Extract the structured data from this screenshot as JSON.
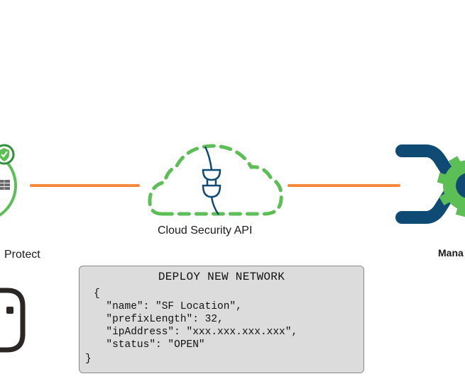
{
  "nodes": {
    "left": {
      "label": "Protect"
    },
    "center": {
      "label": "Cloud Security API"
    },
    "right": {
      "label": "Mana"
    }
  },
  "colors": {
    "connector": "#f5883a",
    "green": "#5cbf55",
    "navy": "#0e4a73",
    "dark": "#2b2623",
    "code_bg": "#dcdcdc"
  },
  "code_box": {
    "title": "DEPLOY NEW NETWORK",
    "lines": [
      "{",
      "  \"name\": \"SF Location\",",
      "  \"prefixLength\": 32,",
      "  \"ipAddress\": \"xxx.xxx.xxx.xxx\",",
      "  \"status\": \"OPEN\"",
      "}"
    ]
  }
}
